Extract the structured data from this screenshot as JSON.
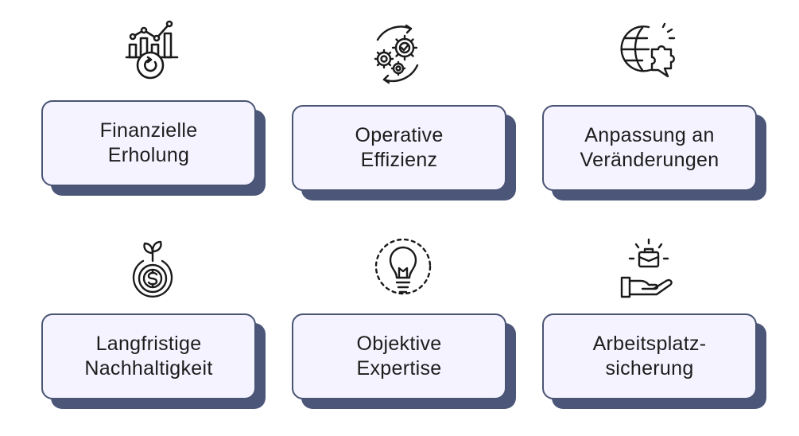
{
  "colors": {
    "card_fill": "#f4f3ff",
    "card_border": "#4a5473",
    "card_shadow": "#4b5679",
    "icon_stroke": "#1a1a1a",
    "text": "#1d1d1d"
  },
  "items": [
    {
      "icon": "financial-recovery-chart-icon",
      "line1": "Finanzielle",
      "line2": "Erholung"
    },
    {
      "icon": "gears-cycle-icon",
      "line1": "Operative",
      "line2": "Effizienz"
    },
    {
      "icon": "globe-puzzle-chat-icon",
      "line1": "Anpassung an",
      "line2": "Veränderungen"
    },
    {
      "icon": "sprouting-coin-icon",
      "line1": "Langfristige",
      "line2": "Nachhaltigkeit"
    },
    {
      "icon": "lightbulb-icon",
      "line1": "Objektive",
      "line2": "Expertise"
    },
    {
      "icon": "hand-briefcase-icon",
      "line1": "Arbeitsplatz-",
      "line2": "sicherung"
    }
  ]
}
